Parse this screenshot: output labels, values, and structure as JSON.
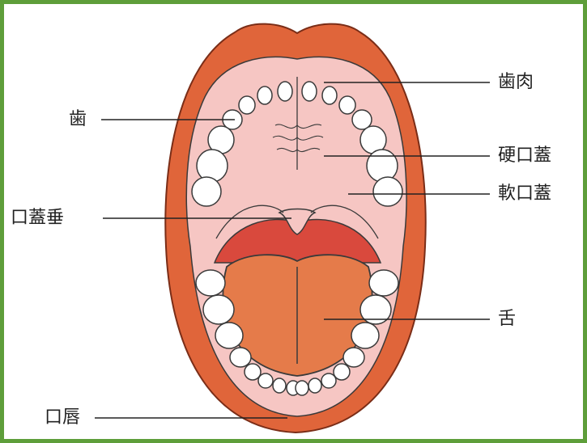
{
  "diagram": {
    "labels": {
      "gums": "歯肉",
      "teeth": "歯",
      "hard_palate": "硬口蓋",
      "soft_palate": "軟口蓋",
      "uvula": "口蓋垂",
      "tongue": "舌",
      "lips": "口唇"
    }
  },
  "colors": {
    "border": "#5e9e3a",
    "lips": "#e0653a",
    "palate": "#f6c6c3",
    "tongue": "#e57b4a",
    "throat": "#d9493d",
    "teeth": "#ffffff",
    "outline": "#3a3a3a"
  }
}
